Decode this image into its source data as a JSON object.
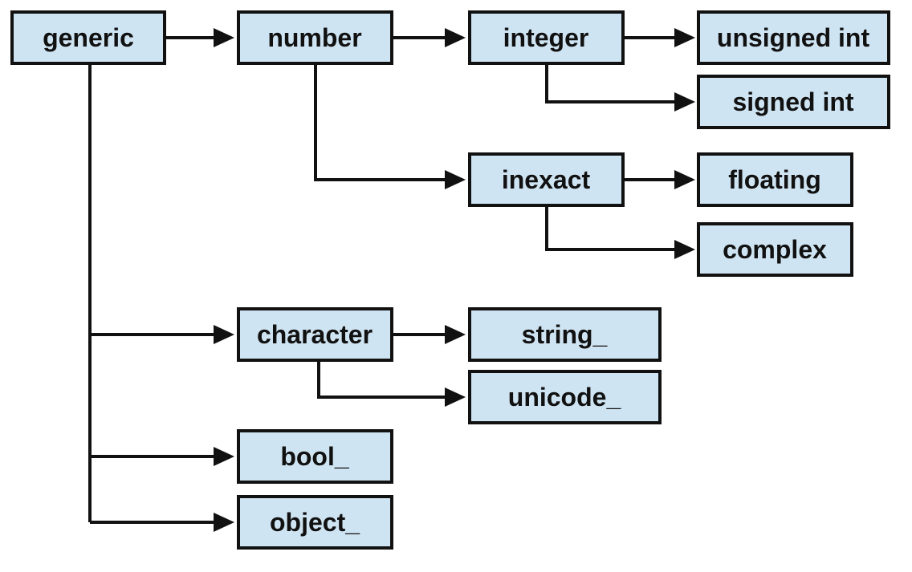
{
  "diagram": {
    "type": "hierarchy",
    "colors": {
      "box_fill": "#cfe4f2",
      "line": "#111111"
    },
    "nodes": {
      "generic": "generic",
      "number": "number",
      "integer": "integer",
      "unsigned_int": "unsigned int",
      "signed_int": "signed int",
      "inexact": "inexact",
      "floating": "floating",
      "complex": "complex",
      "character": "character",
      "string": "string_",
      "unicode": "unicode_",
      "bool": "bool_",
      "object": "object_"
    },
    "edges": [
      [
        "generic",
        "number"
      ],
      [
        "number",
        "integer"
      ],
      [
        "integer",
        "unsigned_int"
      ],
      [
        "integer",
        "signed_int"
      ],
      [
        "number",
        "inexact"
      ],
      [
        "inexact",
        "floating"
      ],
      [
        "inexact",
        "complex"
      ],
      [
        "generic",
        "character"
      ],
      [
        "character",
        "string"
      ],
      [
        "character",
        "unicode"
      ],
      [
        "generic",
        "bool"
      ],
      [
        "generic",
        "object"
      ]
    ]
  }
}
